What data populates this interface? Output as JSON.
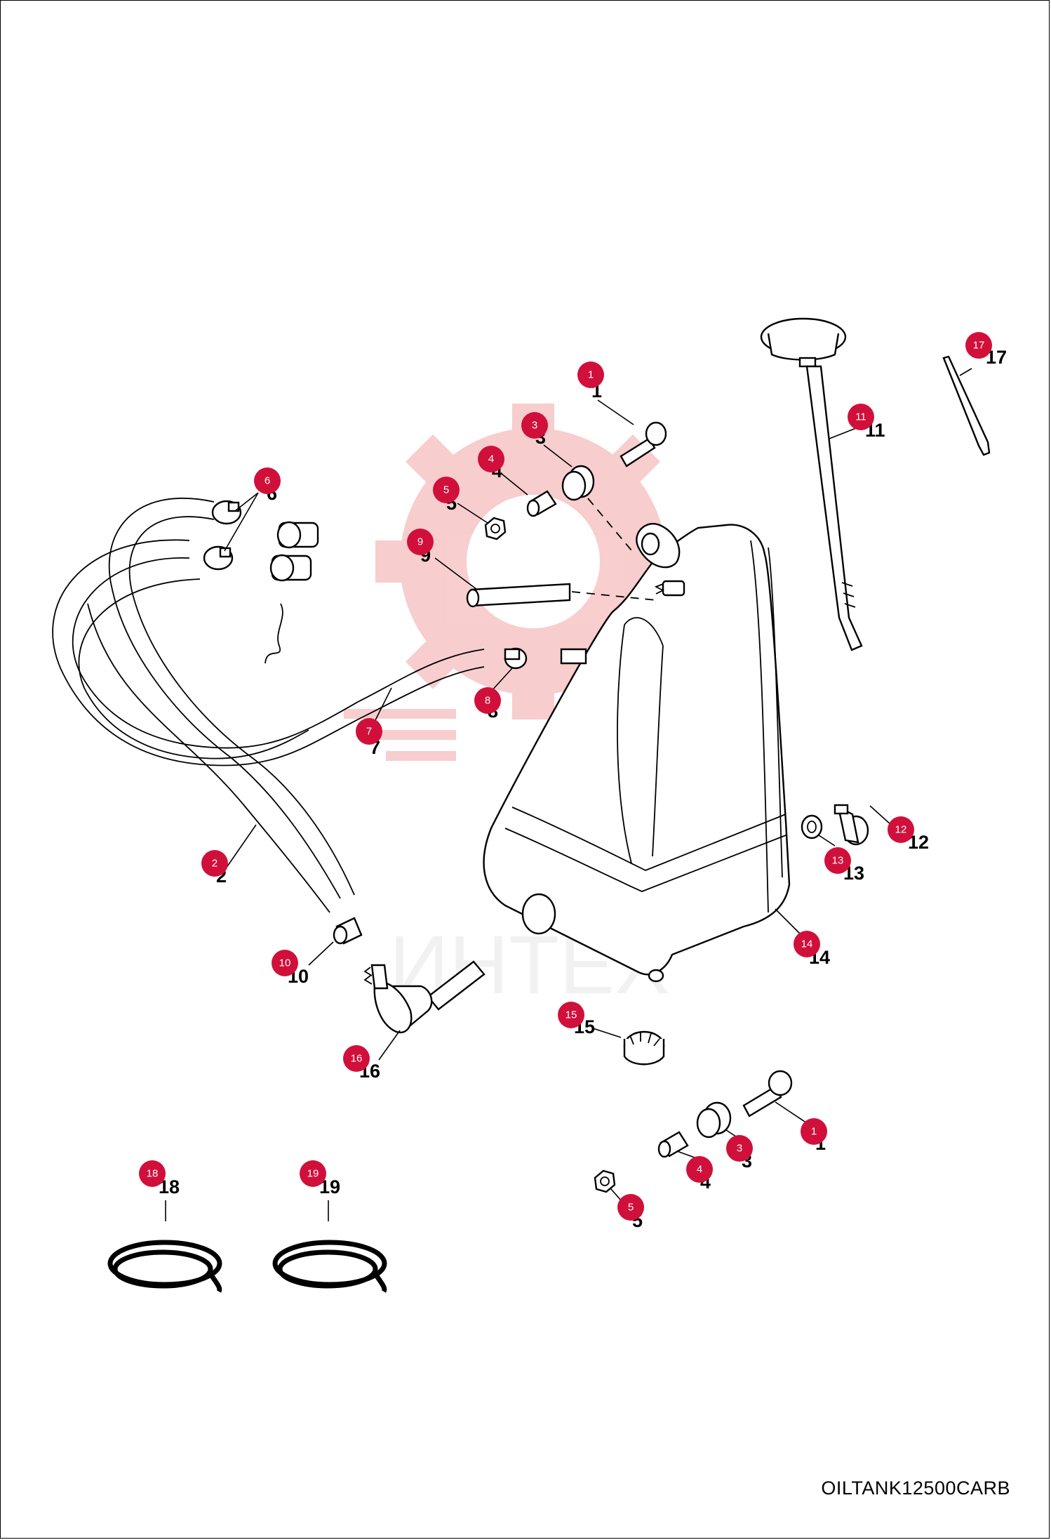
{
  "drawing_code": "OILTANK12500CARB",
  "watermark_text": "ИНТЕХ",
  "colors": {
    "callout": "#d0103a",
    "watermark": "#f2a5a5",
    "line": "#000000"
  },
  "callouts": [
    {
      "id": "1",
      "plain": "1"
    },
    {
      "id": "3",
      "plain": "3"
    },
    {
      "id": "4",
      "plain": "4"
    },
    {
      "id": "5",
      "plain": "5"
    },
    {
      "id": "6",
      "plain": "6"
    },
    {
      "id": "9",
      "plain": "9"
    },
    {
      "id": "7",
      "plain": "7"
    },
    {
      "id": "8",
      "plain": "8"
    },
    {
      "id": "11",
      "plain": "11"
    },
    {
      "id": "17",
      "plain": "17"
    },
    {
      "id": "12",
      "plain": "12"
    },
    {
      "id": "13",
      "plain": "13"
    },
    {
      "id": "14",
      "plain": "14"
    },
    {
      "id": "2",
      "plain": "2"
    },
    {
      "id": "10",
      "plain": "10"
    },
    {
      "id": "15",
      "plain": "15"
    },
    {
      "id": "16",
      "plain": "16"
    },
    {
      "id": "1",
      "plain": "1"
    },
    {
      "id": "3",
      "plain": "3"
    },
    {
      "id": "4",
      "plain": "4"
    },
    {
      "id": "5",
      "plain": "5"
    },
    {
      "id": "18",
      "plain": "18"
    },
    {
      "id": "19",
      "plain": "19"
    }
  ]
}
